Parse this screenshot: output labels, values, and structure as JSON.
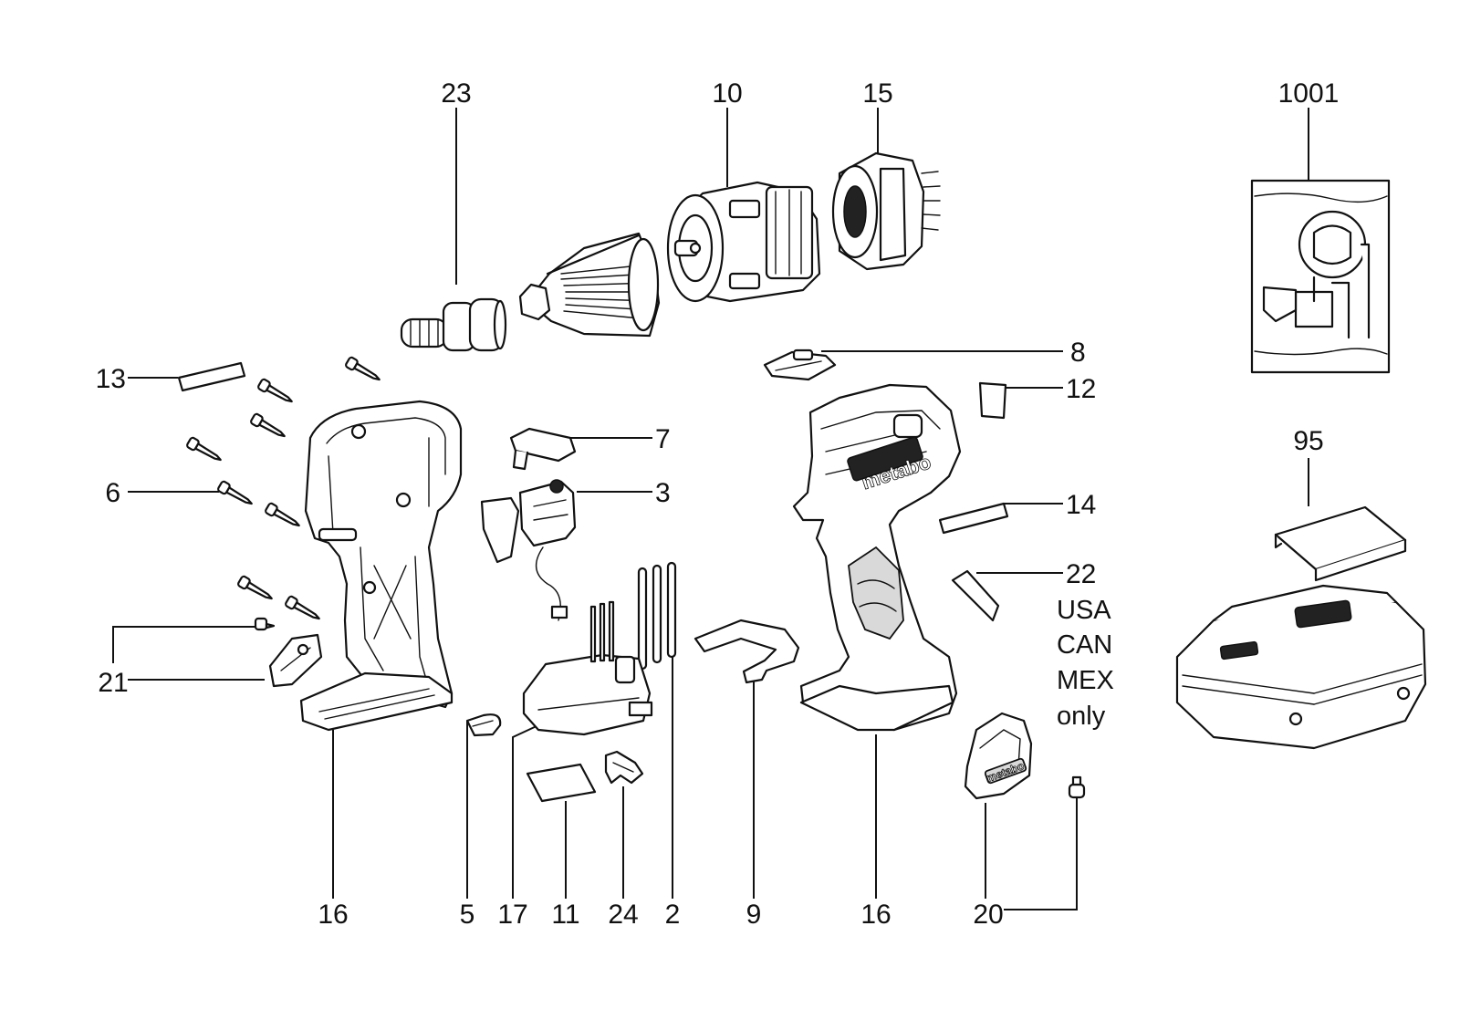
{
  "callouts": {
    "c23": "23",
    "c10": "10",
    "c15": "15",
    "c1001": "1001",
    "c8": "8",
    "c12": "12",
    "c13": "13",
    "c7": "7",
    "c6": "6",
    "c3": "3",
    "c14": "14",
    "c95": "95",
    "c22": "22",
    "c21a": "21",
    "c21b": "21",
    "c16a": "16",
    "c5": "5",
    "c17": "17",
    "c11": "11",
    "c24": "24",
    "c2": "2",
    "c9": "9",
    "c16b": "16",
    "c20": "20"
  },
  "notes": {
    "line1": "USA",
    "line2": "CAN",
    "line3": "MEX",
    "line4": "only"
  },
  "branding": {
    "housing_logo": "metabo",
    "clip_logo": "metabo"
  }
}
